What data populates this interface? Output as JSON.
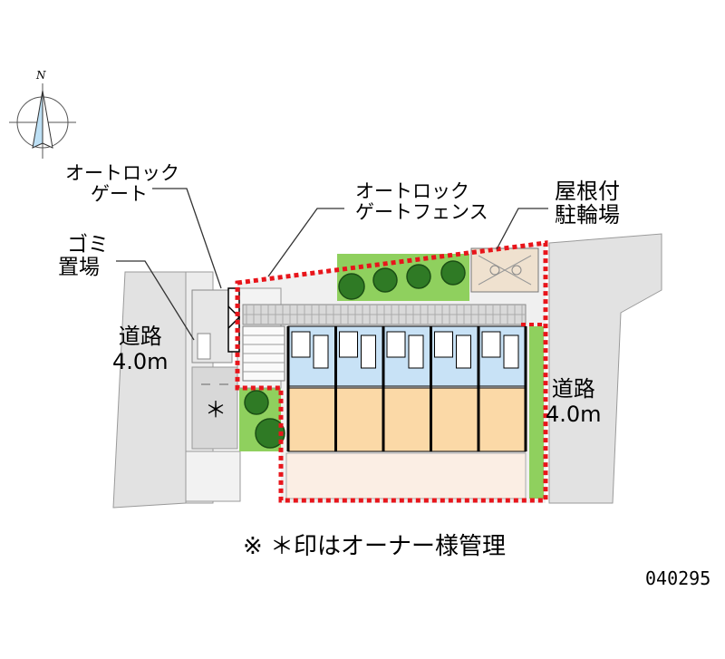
{
  "compass": {
    "north_label": "N"
  },
  "labels": {
    "autolock_gate": [
      "オートロック",
      "ゲート"
    ],
    "garbage": [
      "ゴミ",
      "置場"
    ],
    "autolock_fence": [
      "オートロック",
      "ゲートフェンス"
    ],
    "bike_parking": [
      "屋根付",
      "駐輪場"
    ]
  },
  "roads": {
    "west": [
      "道路",
      "4.0m"
    ],
    "east": [
      "道路",
      "4.0m"
    ]
  },
  "owner_mark": "＊",
  "note": "※ ＊印はオーナー様管理",
  "map_code": "040295",
  "colors": {
    "boundary": "#e8151b",
    "unit": "#fbd9a7",
    "corridor": "#c8e2f6",
    "green": "#8fd05e",
    "tree": "#2f7a25",
    "road": "#e0e0e0"
  }
}
